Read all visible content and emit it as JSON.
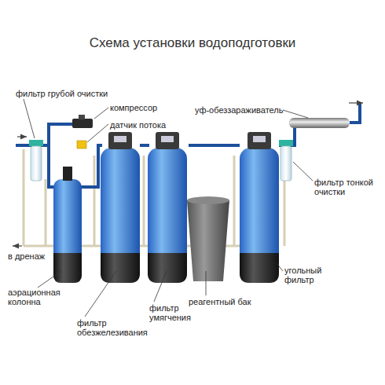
{
  "diagram": {
    "title": "Схема установки водоподготовки",
    "labels": [
      "фильтр грубой очистки",
      "компрессор",
      "датчик потока",
      "уф-обеззараживатель",
      "фильтр тонкой очистки",
      "в дренаж",
      "аэрационная колонна",
      "фильтр обезжелезивания",
      "фильтр умягчения",
      "реагентный бак",
      "угольный фильтр"
    ]
  }
}
